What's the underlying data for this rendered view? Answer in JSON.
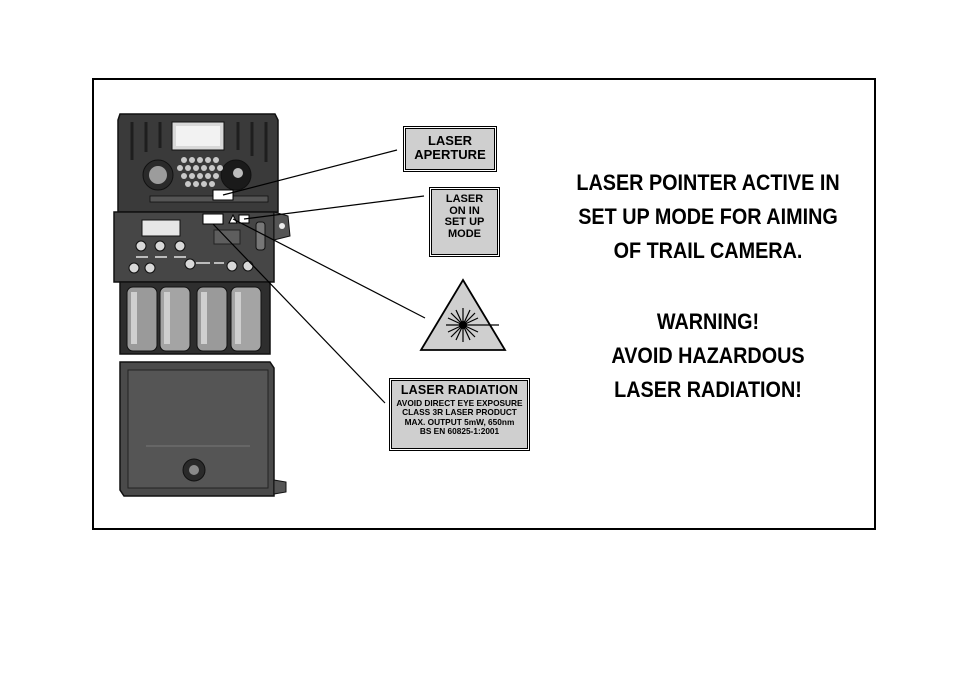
{
  "labels": {
    "aperture": [
      "LASER",
      "APERTURE"
    ],
    "on_in_setup": [
      "LASER",
      "ON IN",
      "SET UP",
      "MODE"
    ],
    "radiation": {
      "title": "LASER RADIATION",
      "lines": [
        "AVOID DIRECT EYE EXPOSURE",
        "CLASS 3R LASER PRODUCT",
        "MAX. OUTPUT 5mW, 650nm",
        "BS EN 60825-1:2001"
      ]
    }
  },
  "message": {
    "lines": [
      "LASER POINTER ACTIVE IN",
      "SET UP MODE FOR AIMING",
      "OF TRAIL CAMERA."
    ]
  },
  "warning": {
    "lines": [
      "WARNING!",
      "AVOID HAZARDOUS",
      "LASER RADIATION!"
    ]
  },
  "colors": {
    "label_bg": "#cfcfcf",
    "camera_body": "#3a3a3a",
    "battery": "#9a9a9a",
    "hazard_bg": "#cfcfcf"
  },
  "icons": {
    "hazard": "laser-hazard-triangle-icon"
  }
}
